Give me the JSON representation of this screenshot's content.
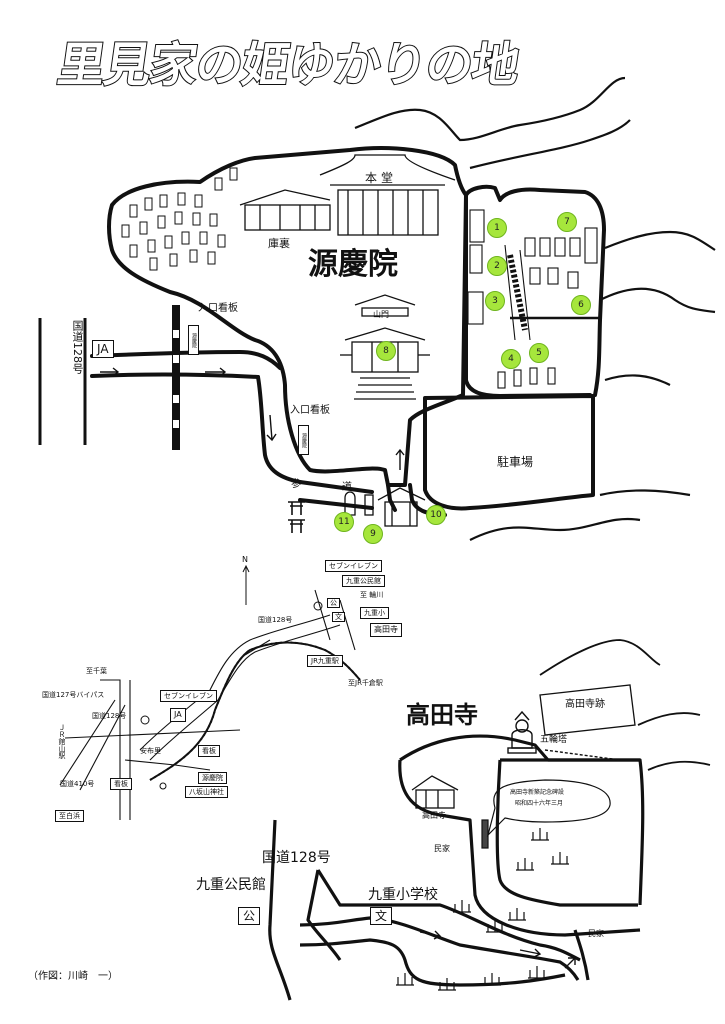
{
  "title": "里見家の姫ゆかりの地",
  "upper_map": {
    "temple_name": "源慶院",
    "hondo": "本堂",
    "kuri": "庫裏",
    "sanmon": "山門",
    "parking": "駐車場",
    "entrance_sign_1": "入口看板",
    "entrance_sign_2": "入口看板",
    "route": "国道128号",
    "ja": "JA",
    "sando": "参",
    "michi": "道",
    "sign_text": "源慶院"
  },
  "markers": [
    "1",
    "2",
    "3",
    "4",
    "5",
    "6",
    "7",
    "8",
    "9",
    "10",
    "11"
  ],
  "overview_map": {
    "seven_eleven_top": "セブンイレブン",
    "kokonoe_kominkan": "九重公民館",
    "to_wakawa": "至 輪川",
    "kokonoe_sho": "九重小",
    "koudenji": "高田寺",
    "route128": "国道128号",
    "jr_kokonoe": "JR九重駅",
    "to_jr_chikura": "至JR千倉駅",
    "to_chiba": "至千葉",
    "bypass127": "国道127号バイパス",
    "route128_left": "国道128号",
    "seven_eleven_left": "セブンイレブン",
    "ja": "JA",
    "jr_tateyama": "ＪＲ館山駅",
    "anpuri": "安布里",
    "kanban_right": "看板",
    "route410": "国道410号",
    "kanban_left": "看板",
    "genkeiin": "源慶院",
    "yasakayama": "八坂山神社",
    "to_shirahama": "至白浜",
    "ko": "公",
    "bun": "文",
    "north": "N"
  },
  "koudenji_map": {
    "name": "高田寺",
    "ruins": "高田寺跡",
    "gorinto": "五輪塔",
    "temple_label": "高田寺",
    "monument_line1": "高田寺新築記念碑設",
    "monument_line2": "昭和四十六年三月",
    "minka_1": "民家",
    "minka_2": "民家"
  },
  "bottom_labels": {
    "route128": "国道128号",
    "kominkan": "九重公民館",
    "ko": "公",
    "school": "九重小学校",
    "bun": "文"
  },
  "credit": "（作図：川崎　一）"
}
